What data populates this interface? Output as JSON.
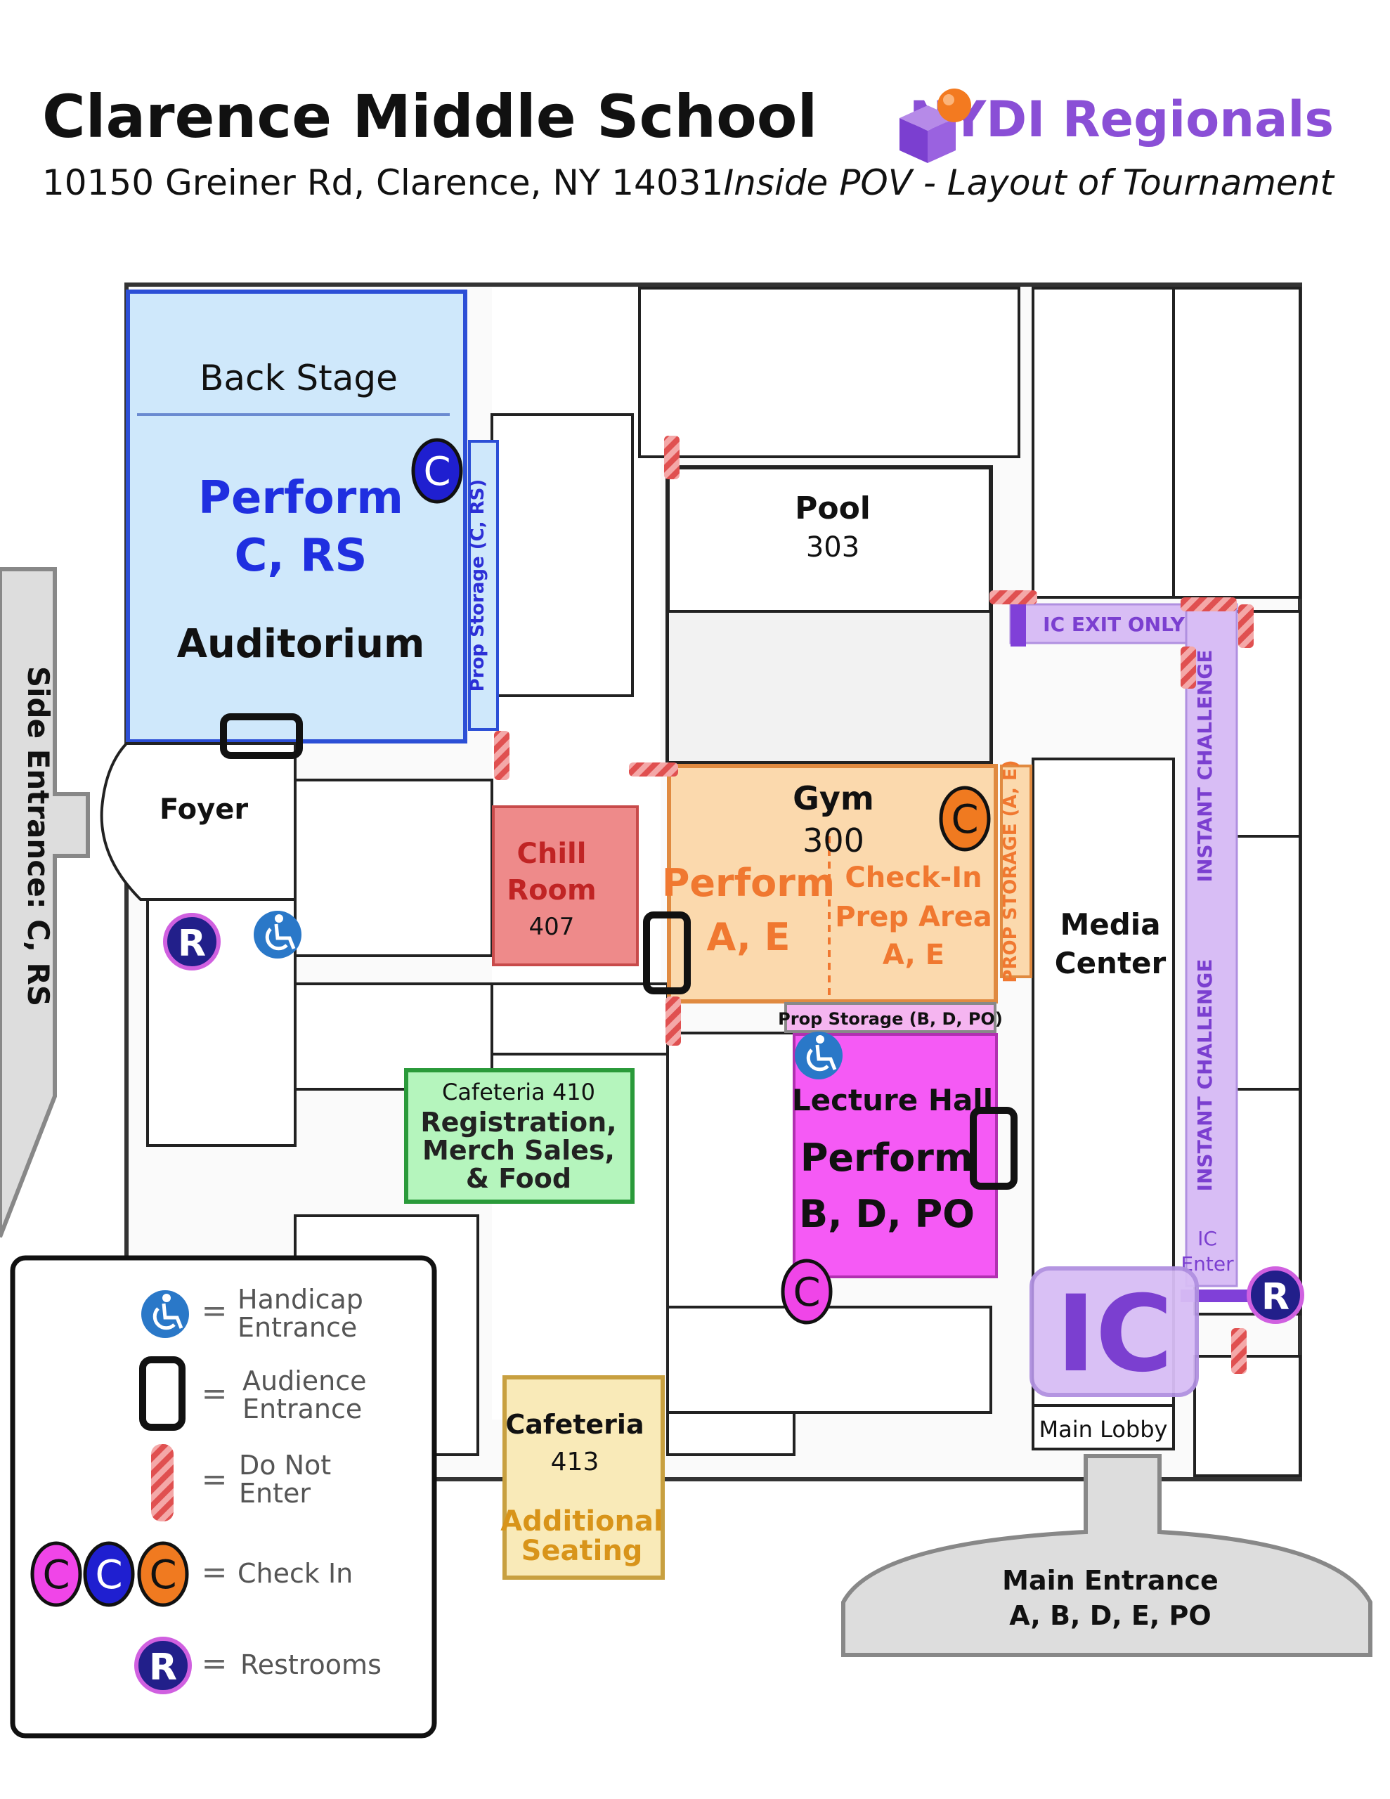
{
  "header": {
    "title": "Clarence Middle School",
    "address": "10150 Greiner Rd, Clarence, NY 14031",
    "brand": "NYDI Regionals",
    "subtitle": "Inside POV - Layout of Tournament"
  },
  "colors": {
    "auditorium": "#cfe8fb",
    "auditorium_border": "#2c4fd6",
    "chill_room": "#ee8a8a",
    "gym": "#fbd9ad",
    "gym_text": "#f07830",
    "cafeteria_410": "#b5f5bd",
    "lecture_hall": "#f55af5",
    "cafeteria_413": "#f9eab8",
    "ic": "#d8bdf5",
    "ic_text": "#7b3fd0",
    "do_not_enter": "#e05050",
    "handicap": "#2a78c8",
    "checkin_magenta": "#f045e8",
    "checkin_blue": "#1f1fd0",
    "checkin_orange": "#f07a20",
    "restroom_fill": "#221f8a"
  },
  "map": {
    "back_stage": "Back Stage",
    "perform_c_rs_1": "Perform",
    "perform_c_rs_2": "C, RS",
    "auditorium": "Auditorium",
    "prop_storage_c_rs": "Prop Storage (C, RS)",
    "foyer": "Foyer",
    "side_entrance": "Side Entrance: C, RS",
    "chill_1": "Chill",
    "chill_2": "Room",
    "chill_3": "407",
    "pool": "Pool",
    "pool_num": "303",
    "gym": "Gym",
    "gym_num": "300",
    "perform_a_e_1": "Perform",
    "perform_a_e_2": "A, E",
    "checkin_1": "Check-In",
    "checkin_2": "Prep Area",
    "checkin_3": "A, E",
    "prop_storage_a_e": "PROP STORAGE (A, E)",
    "prop_storage_b_d_po": "Prop Storage (B, D, PO)",
    "media_1": "Media",
    "media_2": "Center",
    "ic_exit": "IC EXIT ONLY",
    "instant_challenge_1": "INSTANT CHALLENGE",
    "instant_challenge_2": "INSTANT CHALLENGE",
    "ic_enter_1": "IC",
    "ic_enter_2": "Enter",
    "ic_big": "IC",
    "main_lobby": "Main Lobby",
    "caf410_1": "Cafeteria 410",
    "caf410_2": "Registration,",
    "caf410_3": "Merch Sales,",
    "caf410_4": "& Food",
    "lecture_1": "Lecture Hall",
    "lecture_2": "Perform",
    "lecture_3": "B, D, PO",
    "caf413_1": "Cafeteria",
    "caf413_2": "413",
    "caf413_3": "Additional",
    "caf413_4": "Seating",
    "main_entrance_1": "Main Entrance",
    "main_entrance_2": "A, B, D, E, PO",
    "marker_c": "C",
    "marker_r": "R"
  },
  "legend": {
    "handicap_1": "Handicap",
    "handicap_2": "Entrance",
    "audience_1": "Audience",
    "audience_2": "Entrance",
    "dne_1": "Do Not",
    "dne_2": "Enter",
    "checkin": "Check In",
    "restrooms": "Restrooms",
    "equals": "="
  }
}
